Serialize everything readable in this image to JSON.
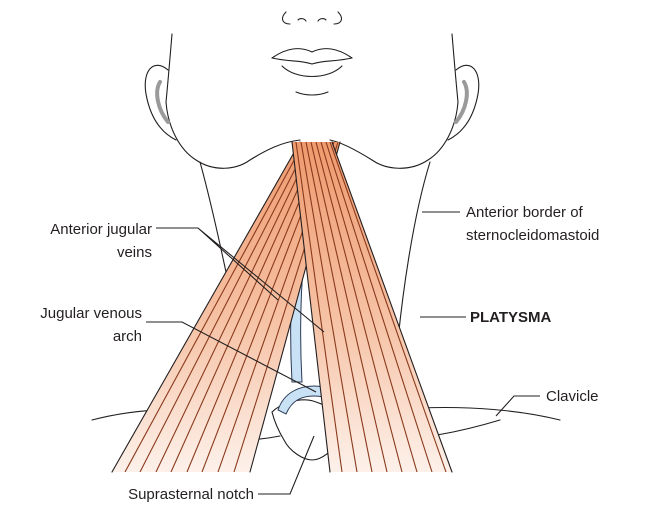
{
  "labels": {
    "anterior_jugular_veins_line1": "Anterior jugular",
    "anterior_jugular_veins_line2": "veins",
    "jugular_venous_arch_line1": "Jugular venous",
    "jugular_venous_arch_line2": "arch",
    "suprasternal_notch": "Suprasternal notch",
    "anterior_border_line1": "Anterior border of",
    "anterior_border_line2": "sternocleidomastoid",
    "platysma": "PLATYSMA",
    "clavicle": "Clavicle"
  },
  "colors": {
    "muscle_top": "#ef9a6e",
    "muscle_bottom": "#fdf1ea",
    "vein_fill": "#c9e1f4",
    "vein_stroke": "#2b3a55",
    "skin_shadow": "#9a9a9a",
    "line": "#231f20"
  }
}
